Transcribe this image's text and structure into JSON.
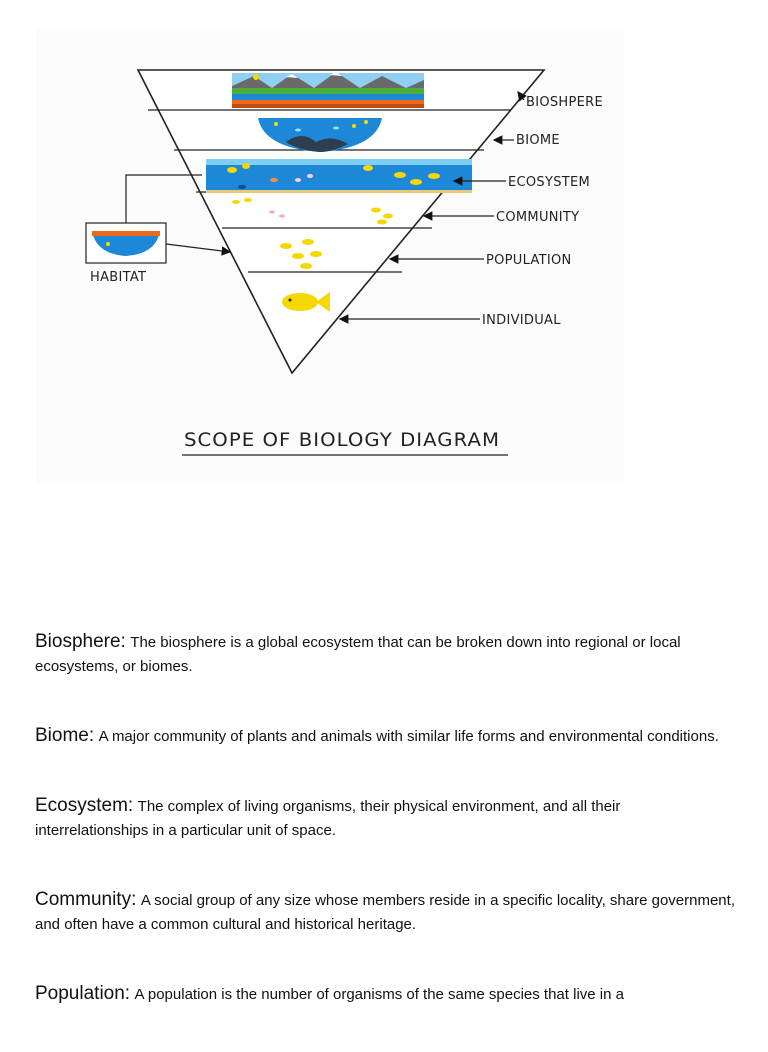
{
  "diagram": {
    "title": "SCOPE OF BIOLOGY DIAGRAM",
    "labels": {
      "biosphere": "BIOSHPERE",
      "biome": "BIOME",
      "ecosystem": "ECOSYSTEM",
      "community": "COMMUNITY",
      "population": "POPULATION",
      "individual": "INDIVIDUAL",
      "habitat": "HABITAT"
    },
    "colors": {
      "ocean": "#1e88d8",
      "fish": "#f5d800",
      "earth": "#e86a1a",
      "grass": "#4caf3a"
    }
  },
  "definitions": [
    {
      "term": "Biosphere:",
      "text": "The biosphere is a global ecosystem that can be broken down into regional or local ecosystems, or biomes."
    },
    {
      "term": "Biome:",
      "text": "A major community of plants and animals with similar life forms and environmental conditions."
    },
    {
      "term": "Ecosystem:",
      "text": "The complex of living organisms, their physical environment, and all their interrelationships in a particular unit of space."
    },
    {
      "term": "Community:",
      "text": "A social group of any size whose members reside in a specific locality, share government, and often have a common cultural and historical heritage."
    },
    {
      "term": "Population:",
      "text": "A population is the number of organisms of the same species that live in a"
    }
  ]
}
